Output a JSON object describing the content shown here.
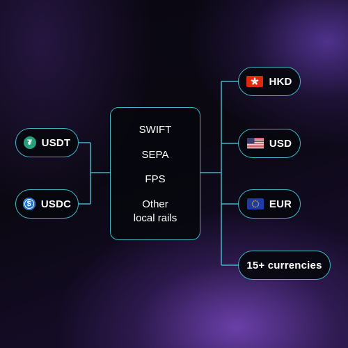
{
  "sources": [
    {
      "label": "USDT",
      "icon": "tether-icon",
      "color": "#26a17b"
    },
    {
      "label": "USDC",
      "icon": "usd-coin-icon",
      "color": "#2775ca"
    }
  ],
  "rails": [
    {
      "label": "SWIFT"
    },
    {
      "label": "SEPA"
    },
    {
      "label": "FPS"
    },
    {
      "label": "Other\nlocal rails"
    }
  ],
  "currencies": [
    {
      "label": "HKD",
      "icon": "hong-kong-flag-icon"
    },
    {
      "label": "USD",
      "icon": "us-flag-icon"
    },
    {
      "label": "EUR",
      "icon": "eu-flag-icon"
    },
    {
      "label": "15+ currencies",
      "icon": ""
    }
  ],
  "colors": {
    "connector": "#3fb6c6",
    "background": "#0b0812",
    "glow": "#7848be"
  }
}
